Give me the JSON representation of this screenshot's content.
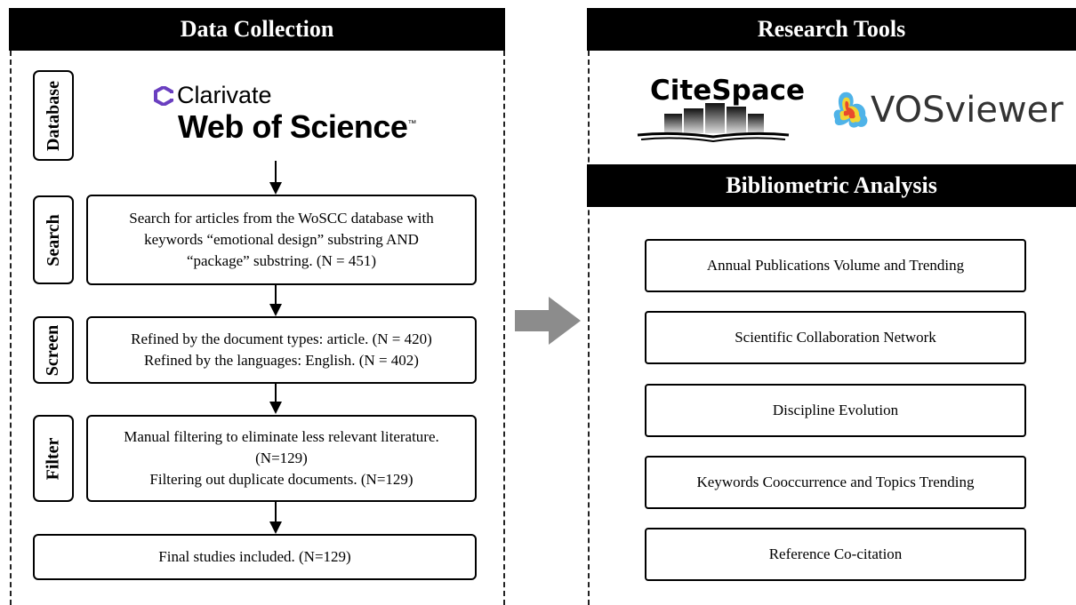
{
  "left_panel": {
    "title": "Data Collection",
    "stages": {
      "database": "Database",
      "search": "Search",
      "screen": "Screen",
      "filter": "Filter"
    },
    "logo": {
      "brand": "Clarivate",
      "product": "Web of Science",
      "trademark": "™"
    },
    "search_text": {
      "line1": "Search for articles from the WoSCC database with",
      "line2": "keywords “emotional design” substring AND",
      "line3": "“package” substring. (N = 451)"
    },
    "screen_text": {
      "line1": "Refined by the document types: article. (N = 420)",
      "line2": "Refined by the languages: English. (N = 402)"
    },
    "filter_text": {
      "line1": "Manual filtering to eliminate less relevant literature.",
      "line2": "(N=129)",
      "line3": "Filtering out duplicate documents. (N=129)"
    },
    "final_text": "Final studies included. (N=129)"
  },
  "right_panel": {
    "tools_title": "Research Tools",
    "tools": {
      "citespace": "CiteSpace",
      "vosviewer": "VOSviewer"
    },
    "analysis_title": "Bibliometric Analysis",
    "analyses": [
      "Annual Publications Volume and Trending",
      "Scientific Collaboration Network",
      "Discipline Evolution",
      "Keywords Cooccurrence and Topics Trending",
      "Reference Co-citation"
    ]
  },
  "colors": {
    "banner": "#000000",
    "arrow": "#8c8c8c",
    "clarivate_logo": "#6a3fc0"
  }
}
